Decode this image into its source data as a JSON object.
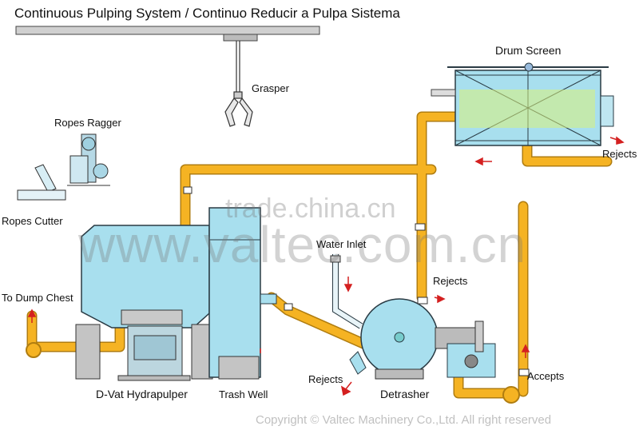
{
  "title": "Continuous Pulping System / Continuo Reducir a Pulpa Sistema",
  "labels": {
    "drum_screen": "Drum Screen",
    "grasper": "Grasper",
    "ropes_ragger": "Ropes Ragger",
    "ropes_cutter": "Ropes Cutter",
    "to_dump_chest": "To Dump Chest",
    "water_inlet": "Water Inlet",
    "rejects_top": "Rejects",
    "rejects_mid": "Rejects",
    "rejects_bottom": "Rejects",
    "accepts": "Accepts",
    "dvat": "D-Vat Hydrapulper",
    "trash_well": "Trash Well",
    "detrasher": "Detrasher"
  },
  "watermarks": {
    "small": "trade.china.cn",
    "large": "www.valtec.com.cn"
  },
  "copyright": "Copyright © Valtec Machinery Co.,Ltd. All right reserved",
  "colors": {
    "pipe": "#f5b323",
    "pipe_edge": "#b07d10",
    "equipment": "#a8dfee",
    "equipment_edge": "#2a3b44",
    "base": "#c4c4c4",
    "arrow": "#d42020"
  }
}
